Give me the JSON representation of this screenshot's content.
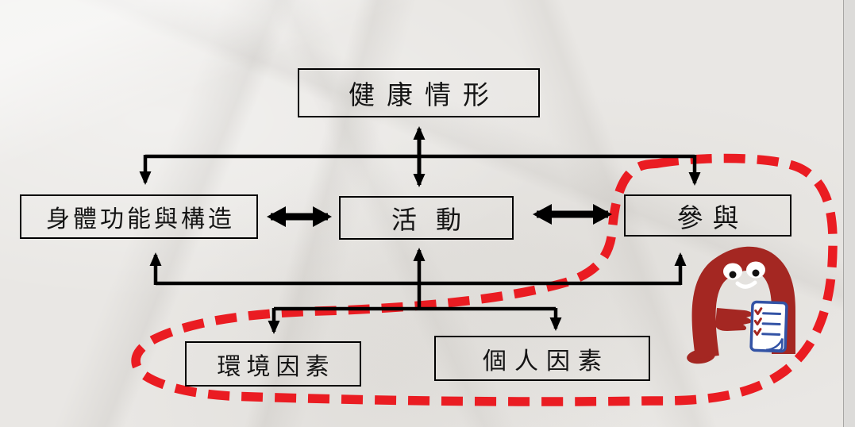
{
  "slide": {
    "background": "crumpled-paper-texture",
    "nodes": {
      "health": {
        "label": "健康情形"
      },
      "body_function": {
        "label": "身體功能與構造"
      },
      "activity": {
        "label": "活動"
      },
      "participation": {
        "label": "參與"
      },
      "environment": {
        "label": "環境因素"
      },
      "personal": {
        "label": "個人因素"
      }
    },
    "edges": [
      {
        "from": "health",
        "to": "activity",
        "arrows": "both",
        "style": "vertical-double-arrow"
      },
      {
        "from": "health",
        "to": "body_function",
        "arrows": "to",
        "style": "elbow-down-arrow"
      },
      {
        "from": "health",
        "to": "participation",
        "arrows": "to",
        "style": "elbow-down-arrow"
      },
      {
        "from": "body_function",
        "to": "activity",
        "arrows": "both",
        "style": "thick-horizontal-double-arrow"
      },
      {
        "from": "activity",
        "to": "participation",
        "arrows": "both",
        "style": "thick-horizontal-double-arrow"
      },
      {
        "from": "factors_bus",
        "to": "body_function",
        "arrows": "to",
        "style": "up-arrow"
      },
      {
        "from": "factors_bus",
        "to": "participation",
        "arrows": "to",
        "style": "up-arrow"
      },
      {
        "from": "factors_bus",
        "to": "activity",
        "arrows": "to",
        "style": "up-arrow"
      },
      {
        "from": "factors_bus",
        "to": "environment",
        "arrows": "to",
        "style": "down-arrow"
      },
      {
        "from": "factors_bus",
        "to": "personal",
        "arrows": "to",
        "style": "down-arrow"
      }
    ],
    "highlight": {
      "shape": "red-dashed-lasso-loop",
      "encloses": [
        "participation",
        "environment",
        "personal"
      ]
    },
    "mascot": {
      "icon": "red-a-character-icon",
      "accessory": "checklist-icon",
      "features": "two cartoon eyes, smile, pointing hand, holds checklist with three checked lines"
    },
    "colors": {
      "dash_red": "#ea1c22",
      "mascot_red": "#a42722",
      "checklist_blue": "#3353a5",
      "line_black": "#000000",
      "paper": "#e9e7e4",
      "edge_strip": "#dcdbd9"
    }
  }
}
